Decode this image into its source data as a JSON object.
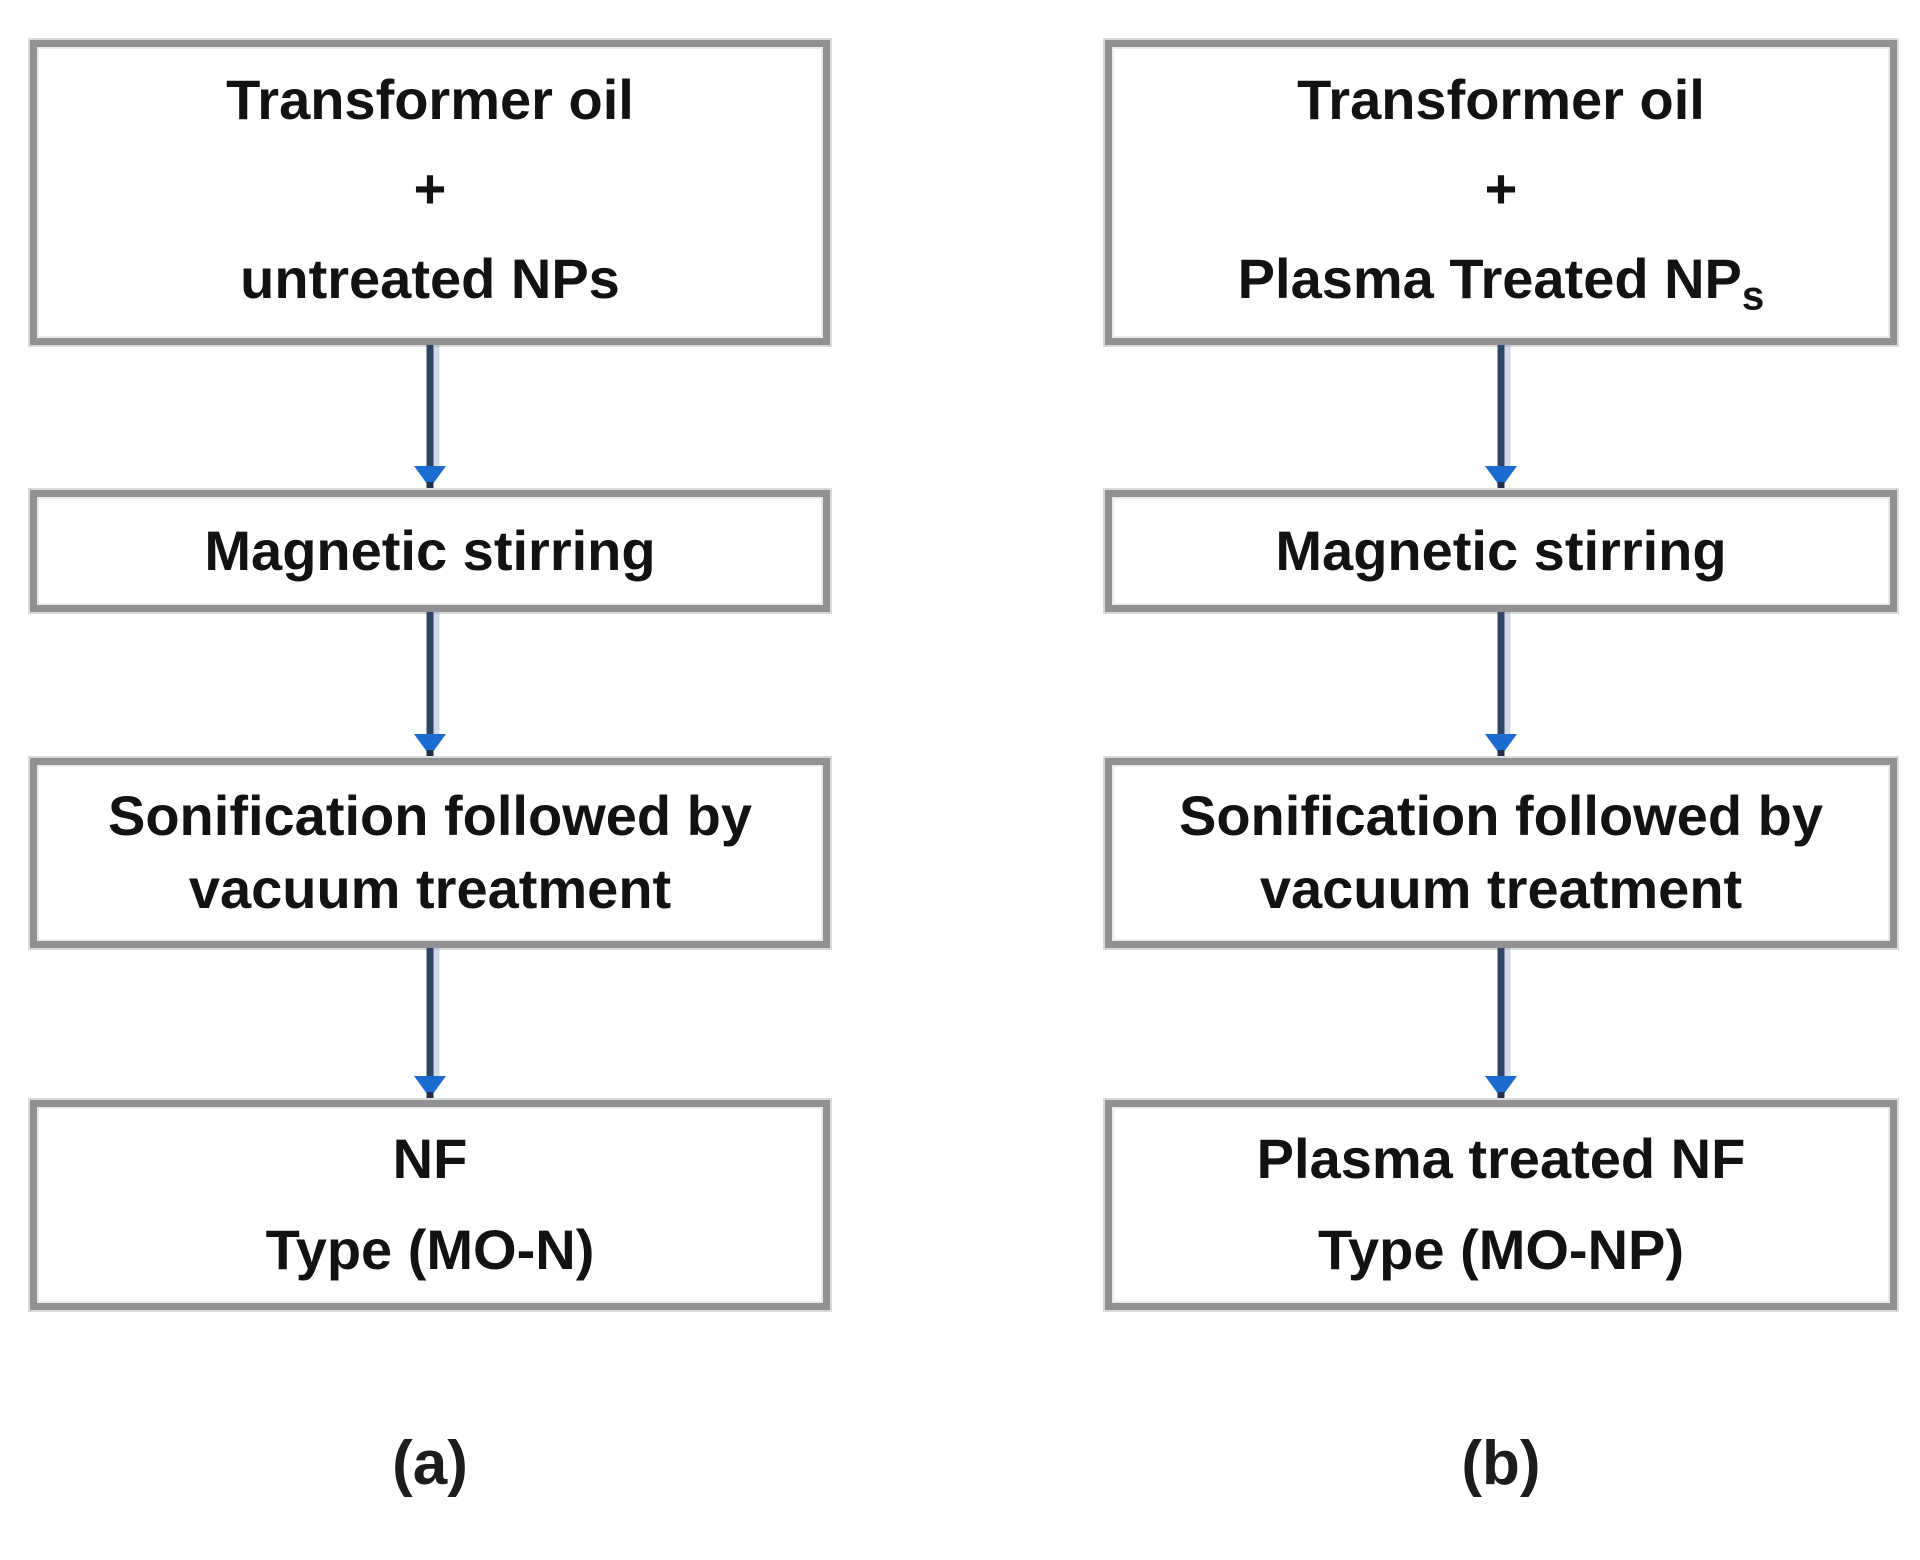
{
  "figure": {
    "description": "Nanofluid preparation flowchart, two parallel processes",
    "colors": {
      "box_border": "#8f9193",
      "arrow_shaft": "#2f4565",
      "arrow_head": "#1c6cd0",
      "text": "#121212",
      "background": "#ffffff"
    }
  },
  "col_a": {
    "caption": "(a)",
    "box1": {
      "line1": "Transformer oil",
      "line2": "+",
      "line3": "untreated NPs",
      "line3_sub": ""
    },
    "box2": {
      "line1": "Magnetic stirring"
    },
    "box3": {
      "line1": "Sonification followed by",
      "line2": "vacuum treatment"
    },
    "box4": {
      "line1": "NF",
      "line2": "Type (MO-N)"
    }
  },
  "col_b": {
    "caption": "(b)",
    "box1": {
      "line1": "Transformer oil",
      "line2": "+",
      "line3": "Plasma Treated NP",
      "line3_sub": "s"
    },
    "box2": {
      "line1": "Magnetic stirring"
    },
    "box3": {
      "line1": "Sonification followed by",
      "line2": "vacuum treatment"
    },
    "box4": {
      "line1": "Plasma treated NF",
      "line2": "Type (MO-NP)"
    }
  }
}
